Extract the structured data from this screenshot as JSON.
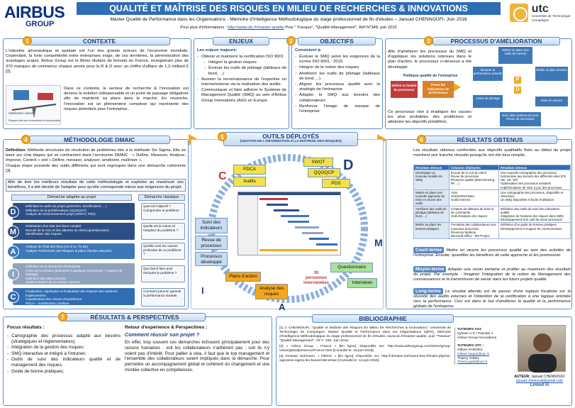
{
  "header": {
    "logo_left": "AIRBUS",
    "logo_left_sub": "GROUP",
    "title": "QUALITÉ ET MAÎTRISE DES RISQUES EN MILIEU DE RECHERCHES & INNOVATIONS",
    "subtitle": "Master Qualité de Performance dans les Organisations - Mémoire d'Intelligence Méthodologique du stage professionnel de fin d'études – Jaouad CHENNOUFI- Juin 2016",
    "info_prefix": "Pour plus d'informations : ",
    "info_link": "http://www.utc.fr/master-qualite",
    "info_suffix": " Puis \" Travaux\", \"Qualité-Management\", Réf N°348, juin 2016",
    "logo_right": "utc",
    "logo_right_sub1": "Université de Technologie",
    "logo_right_sub2": "Compiègne"
  },
  "contexte": {
    "num": "1",
    "title": "CONTEXTE",
    "p1": "L'industrie aéronautique et spatiale est l'un des grands acteurs de l'économie mondiale. Cependant, la forte compétitivité entre entreprises exige, de ces dernières, la pérennisation des avantages acquis. Airbus Group est le 8ème titulaire de brevets en France, enregistrant plus de 370 marques de commerce chaque année pour la R & D avec un chiffre d'affaire de 1,3 milliard € [2].",
    "p2": "Dans ce contexte, le secteur de recherche & l'innovation est devenu la solution indispensable et un point de passage obligatoire afin de maintenir sa place dans le marché. En revanche, l'innovation est un phénomène complexe qui représente des risques potentiels pour l'entreprise.",
    "fig_label1": "Satisfaction clients",
    "fig_label2": "Risques liés aux innovations et nouveautés"
  },
  "enjeux": {
    "title": "ENJEUX",
    "heading": "Les enjeux majeurs:",
    "items": [
      "Obtenir et maintenir la certification ISO 9001",
      "Intégrer la gestion risques",
      "Évoluer les outils de pilotage (tableaux de bord, ...)",
      "Assurer la reconnaissance de l'expertise en interne/externe via la réalisation des audits",
      "Communiquer et faire adhérer le Système de Management Qualité (SMQ) au sein d'Airbus Group Innovations (AGI) en Europe."
    ]
  },
  "objectifs": {
    "num": "2",
    "title": "OBJECTIFS",
    "heading": "Consistent à:",
    "items": [
      "Évoluer le SMQ selon les exigences de la norme ISO 9001 : 2015",
      "Intégrer de la notion des risques",
      "Améliorer les outils de pilotage (tableaux de bord, ...)",
      "Aligner les processus qualité avec la stratégie de l'entreprise",
      "Adapter le SMQ aux besoins des collaborateurs",
      "Renforcer l'image de marque de l'entreprise"
    ]
  },
  "processus": {
    "num": "3",
    "title": "PROCESSUS D'AMÉLIORATION",
    "p1": "Afin d'améliorer les processus du SMQ et d'appliquer les solutions retenues dans le plan d'action, le processus ci-dessous a été développé:",
    "policy": "Politique qualité de l'entreprise",
    "box1": "Définir la finalité du processus",
    "box2": "Poser les indicateurs de performance",
    "c1": "Mettre en place des outils de mesure",
    "c2": "Mesurer la performance actuelle",
    "c3": "Établir un plan d'action",
    "c4": "Action de pilotage",
    "c5": "Mise en œuvre",
    "c6": "Suivi, bilan (tableau de bord, Revue de processus)",
    "p2": "Ce processus vise à éradiquer les causes les plus probables des problèmes et atteindre les objectifs prédéfinis."
  },
  "dmaic": {
    "num": "4",
    "title": "MÉTHODOLOGIE DMAIC",
    "definition_label": "Définition:",
    "definition": " Méthode structurée de résolution de problèmes liée à la méthode Six Sigma. Elle se base sur cinq étapes qui se contractent dans l'acronyme DMAIC : « Define, Measure, Analyse, Improve, Control » soit « Définir, mesurer, analyser, améliorer, maîtriser ».",
    "definition2": "Chaque étape possède des outils différents qui sont regroupés dans une démarche cohérente [3].",
    "adapt": "Afin de tirer les meilleurs résultats de cette méthodologie et exploiter au maximum ses bénéfices, il a été décidé de l'adapter pour qu'elle corresponde mieux aux exigences du projet.",
    "col1": "Démarche adaptée au projet",
    "col2": "Démarche classique",
    "steps": [
      {
        "letter": "D",
        "color": "#2c4f86",
        "text": "Définition le cadre du projet (périmètre, bénéficiaires, ...)\nDéfinition de la problématique (QQOQCP)\nAnalyse de l'environnement projet (SWOT, PDS)",
        "q": "Quel est l'objectif ? Comprendre le problème"
      },
      {
        "letter": "M",
        "color": "#2c4f86",
        "text": "Réalisation d'un état des lieux complet\nRecueil de la voix et des attentes du client (questionnaire)\nIdentification des risques",
        "q": "Quelle est la nature et l'ampleur du problème ?"
      },
      {
        "letter": "A",
        "color": "#3d78b8",
        "text": "Analyse de l'état des lieux (As-is vs. To-Be)\nAnalyse Préliminaire des Risques & plans d'action associés",
        "q": "Quelles sont les causes profondes de ce problème ?"
      },
      {
        "letter": "I",
        "color": "#8fa3bf",
        "text": "Définition de la démarche d'entreprise\nChoix de la solution pertinente à appliquer (processus + support de pilotage)\nDéfinition des plans d'action\nImplémentation de la solution retenue",
        "q": "Que faut-il faire pour résoudre le problème ?"
      },
      {
        "letter": "C",
        "color": "#2f6db4",
        "text": "Finalisation, Application et Évaluation des impacts des solutions implémentées\nCapitalisation des retours d'expérience\nPDCA – Amélioration continue",
        "q": "Comment peut-on garantir la performance durable."
      }
    ]
  },
  "outils": {
    "num": "5",
    "title": "OUTILS DÉPLOYÉS",
    "subtitle": "(GESTION DE L'INFORMATION et LA MAÎTRISE DES RISQUES)",
    "tools": [
      "PDCA",
      "Audits",
      "SWOT",
      "QQOQCP",
      "PDS",
      "Suivi des indicateurs",
      "Revue de processus",
      "Processus développé",
      "Questionnaire",
      "Interviews",
      "Plans d'action",
      "Analyse des risques"
    ],
    "letters": [
      "D",
      "M",
      "A",
      "I",
      "C"
    ],
    "interviews_count": "30",
    "interviews_label": "personnes interviewées"
  },
  "resultats": {
    "num": "6",
    "title": "RÉSULTATS OBTENUS",
    "intro": "Les résultats obtenus confrontés aux objectifs qualitatifs fixés au début du projet montrent une franche réussite puisqu'ils ont été tous remplis.",
    "table_headers": [
      "Résultats obtenus",
      "Solutions déployées",
      "Résultats obtenus"
    ],
    "table_rows": [
      [
        "Développer un nouveau modèle du SMQ",
        "Écoute de la voix du client\nRevue de processus\nRéunions qualité (Brainstorming, 5P, ...)",
        "Une nouvelle cartographie des processus harmonisée aux besoins des différents sites (FR, GE, UK, SP)\nOptimisation des processus existants\nImplémentation de mise à jour des processus"
      ],
      [
        "Mettre en place une nouvelle approche de mise en œuvre des outils",
        "Visio\nSCENARIO/Istan\nOutils internes",
        "Une cartographie des processus, disponible et interactive\nUn SMQ disponible et facile d'utilisation"
      ],
      [
        "Améliorer des outils de pilotage (tableaux de bord, ...)",
        "Création de tableaux de bord et de commande\nOutil d'analyse des risques",
        "Définition des outils de suivi des indicateurs qualité\nIntégration de l'analyse des risques dans SMQ\nDéveloppement d'un outil de revue processus"
      ],
      [
        "Mettre au place les bonnes pratiques",
        "Formation des collaborateurs aux nouveaux processus\nRéunions Webinar\nMicrosoft Office - MS Project",
        "Définition d'un guide de bonnes pratiques\nDéveloppement et support de communication"
      ]
    ],
    "court_label": "Court-terme",
    "court": "Mettre en œuvre les processus qualité au sein des activités de l'entreprise. Ensuite, quantifier les bénéfices de cette approche et les promouvoir.",
    "moyen_label": "Moyen-terme",
    "moyen": "Adopter une vision lointaine et profiter au maximum des résultats du projet. Par exemple : Imaginer l'intégration de la notion de Management des connaissances et la transmission de savoir dans les futurs projets qualité.",
    "long_label": "Long-terme",
    "long": "Le résultat attendu est de passer d'une logique focalisée sur la réussite des audits externes et l'obtention de la certification à une logique orientée vers la performance. Ceci est dans le but d'améliorer la qualité et la performance globale de l'entreprise."
  },
  "perspectives": {
    "num": "7",
    "title": "RÉSULTATS & PERSPECTIVES",
    "focus": "Focus résultats :",
    "items": [
      "Cartographie des processus adapté aux besoins (stratégiques et réglementaires);",
      "Intégration de la gestion des risques;",
      "SMQ interactive et intégré à l'intranet;",
      "Outils de suivi des indicateurs qualité et de management des risques;",
      "Guide de bonne pratiques;"
    ],
    "retour": "Retour d'expérience & Perspectives :",
    "question": "Comment réussir son projet ?",
    "answer": "En effet, trop souvent ces démarches échouent principalement pour des raisons humaines : soit les collaborateurs n'adhèrent pas ; soit ils n'y voient pas d'intérêt. Pour pallier à cela, il faut que le top management et l'ensemble des collaborateurs soient impliqués dans la démarche. Pour permettre un accompagnement global et cohérent du changement et une montée collective en compétences."
  },
  "biblio": {
    "title": "BIBLIOGRAPHIE",
    "refs": [
      "[1] J. CHENNOUFI, \"Qualité et Maîtrise des Risques En Milieu De Recherches & Innovations,\" Université de Technologie de Compiègne, Master Qualité et Performance dans les Organisations (QPO), Mémoire d'Intelligence Méthodologique du stage professionnel de fin d'études, www.utc.fr/master-qualite, puis \"Travaux\" \"Qualité-Management\", réf n° 348, Juin 2016.",
      "[2] « Airbus Group - France » [En ligne]. Disponible sur: http://www.airbusgroup.com/int/en/group-vision/globalpresence/France.html [Consulté le: 16-juin-2016].",
      "[3] christian Hohmann, « DMAIC » [En ligne]. Disponible sur: http://christian.hohmann.free.fr/index.php/six-sigma/six-sigma-les-bases/188-dmaic [Consulté le: 14-juin-2016]."
    ],
    "tuteurs_agi_label": "TUTEURS AGI:",
    "tuteurs_agi": "Sylvain A.S / Pascale.J",
    "tuteurs_agi2": "Airbus Group Innovations",
    "tuteurs_utc_label": "TUTEURS UTC :",
    "tuteur1": "Gilbert FARGES",
    "tuteur1_mail": "Gilbert.farges@utc.fr",
    "tuteur2": "Thierry GIDEL",
    "tuteur2_mail": "Thierry.gidel@utc.fr",
    "auteur_label": "AUTEUR:",
    "auteur": "Jaouad CHENNOUFI",
    "auteur_mail": "jaouad.chennoufi@gmail.com",
    "linkedin": "Linked in"
  }
}
